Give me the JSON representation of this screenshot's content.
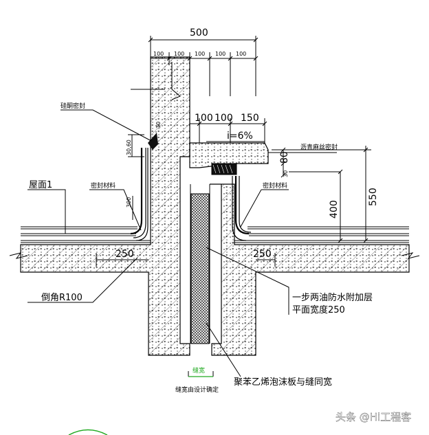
{
  "dimensions": {
    "total_width": "500",
    "sub_widths": [
      "100",
      "100",
      "100",
      "100",
      "100"
    ],
    "slab_offsets": [
      "100",
      "100",
      "150"
    ],
    "slope": "i=6%",
    "height_550": "550",
    "height_400": "400",
    "dim_80": "80",
    "dim_30": "30",
    "dim_30_top": "30",
    "dim_30_60": "30,60",
    "dim_250_left": "250",
    "dim_250_right": "250",
    "dim_300": "300"
  },
  "labels": {
    "sealant_top": "硅酮密封",
    "asphalt_rope": "沥青麻丝密封",
    "roof_1": "屋面1",
    "seal_material_left": "密封材料",
    "seal_material_right": "密封材料",
    "fillet": "倒角R100",
    "reinforcement_line1": "一步两油防水附加层",
    "reinforcement_line2": "平面宽度250",
    "joint_width": "缝宽",
    "joint_note": "缝宽由设计确定",
    "foam_board": "聚苯乙烯泡沫板与缝同宽"
  },
  "watermark": "头条 @Hi工程客",
  "colors": {
    "line": "#000000",
    "joint_label": "#22aa22",
    "hatch_dark": "#222222"
  }
}
